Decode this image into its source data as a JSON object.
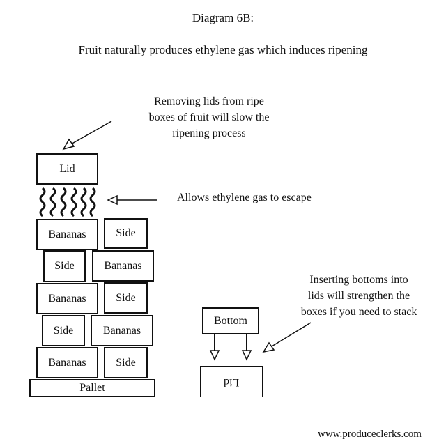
{
  "title": "Diagram 6B:",
  "subtitle": "Fruit naturally produces ethylene gas which induces ripening",
  "annotations": {
    "remove_lids": [
      "Removing lids from ripe",
      "boxes of fruit will slow the",
      "ripening process"
    ],
    "gas_escape": "Allows ethylene gas to escape",
    "insert_bottoms": [
      "Inserting bottoms into",
      "lids will strengthen the",
      "boxes if you need to stack"
    ]
  },
  "stack": {
    "lid_label": "Lid",
    "rows": [
      [
        "Bananas",
        "Side"
      ],
      [
        "Side",
        "Bananas"
      ],
      [
        "Bananas",
        "Side"
      ],
      [
        "Side",
        "Bananas"
      ],
      [
        "Bananas",
        "Side"
      ]
    ],
    "pallet_label": "Pallet"
  },
  "inset": {
    "bottom_label": "Bottom",
    "lid_label": "Lid"
  },
  "footer": "www.produceclerks.com"
}
